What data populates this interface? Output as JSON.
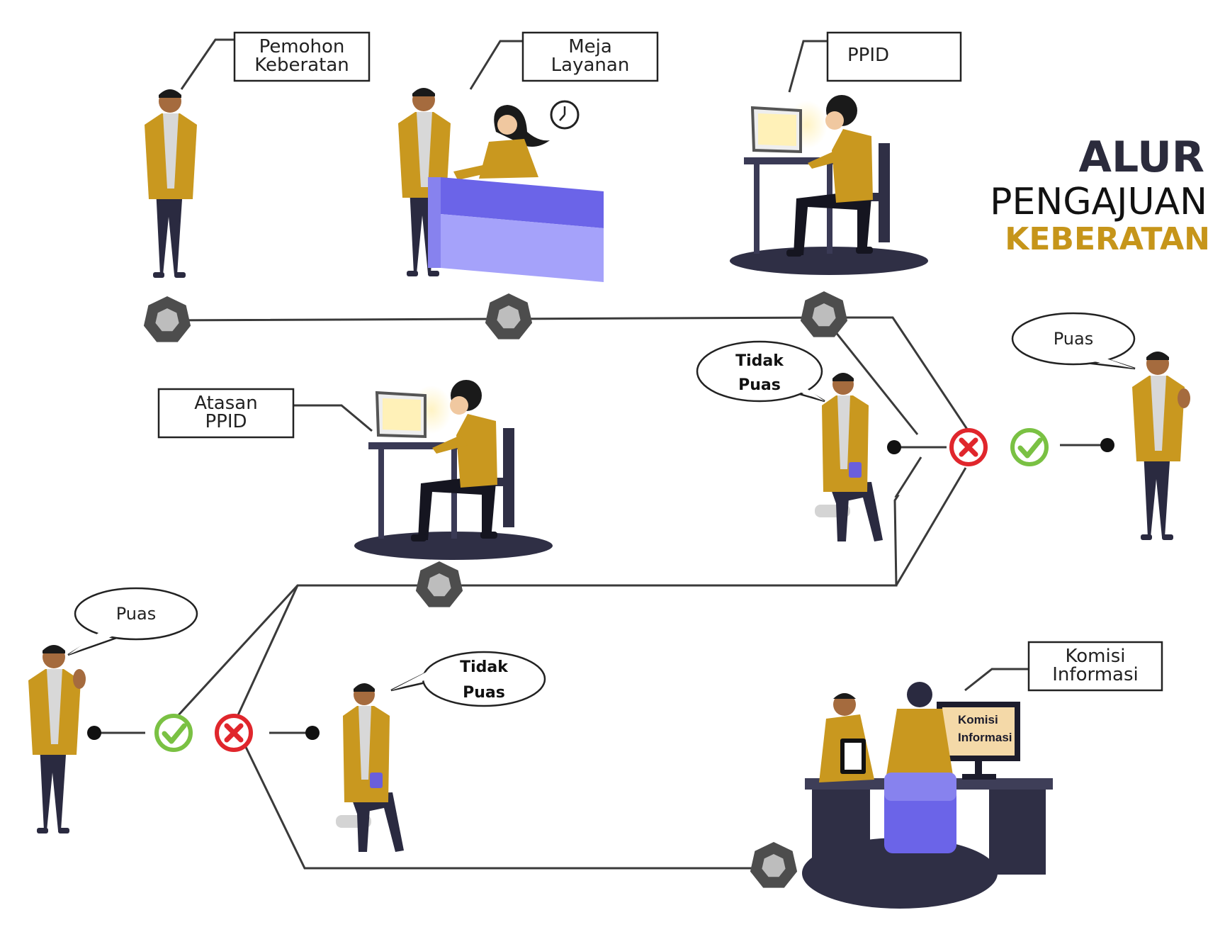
{
  "title": {
    "line1": "ALUR",
    "line2": "PENGAJUAN",
    "line3": "KEBERATAN"
  },
  "labels": {
    "pemohon_line1": "Pemohon",
    "pemohon_line2": "Keberatan",
    "meja_line1": "Meja",
    "meja_line2": "Layanan",
    "ppid": "PPID",
    "atasan_line1": "Atasan",
    "atasan_line2": "PPID",
    "komisi_line1": "Komisi",
    "komisi_line2": "Informasi"
  },
  "bubbles": {
    "puas_right": "Puas",
    "tidak_puas_right_line1": "Tidak",
    "tidak_puas_right_line2": "Puas",
    "puas_left": "Puas",
    "tidak_puas_left_line1": "Tidak",
    "tidak_puas_left_line2": "Puas"
  },
  "monitor": {
    "line1": "Komisi",
    "line2": "Informasi"
  },
  "colors": {
    "jacket": "#c9981f",
    "pants": "#2a2a40",
    "desk": "#9d9cf7",
    "node": "#4d4d4d",
    "check": "#7ac143",
    "cross": "#e0262c"
  }
}
